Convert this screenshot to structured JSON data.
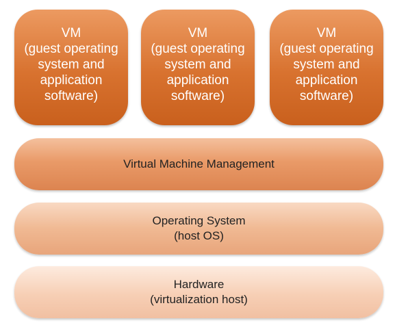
{
  "vms": [
    {
      "title": "VM",
      "lines": [
        "(guest operating",
        "system and",
        "application",
        "software)"
      ]
    },
    {
      "title": "VM",
      "lines": [
        "(guest operating",
        "system and",
        "application",
        "software)"
      ]
    },
    {
      "title": "VM",
      "lines": [
        "(guest operating",
        "system and",
        "application",
        "software)"
      ]
    }
  ],
  "layers": {
    "vmm": {
      "line1": "Virtual Machine Management"
    },
    "os": {
      "line1": "Operating System",
      "line2": "(host OS)"
    },
    "hardware": {
      "line1": "Hardware",
      "line2": "(virtualization host)"
    }
  },
  "colors": {
    "vm_fill": "#d8722f",
    "vmm_fill": "#e99a68",
    "os_fill": "#f0b993",
    "hardware_fill": "#f7cfb5"
  }
}
